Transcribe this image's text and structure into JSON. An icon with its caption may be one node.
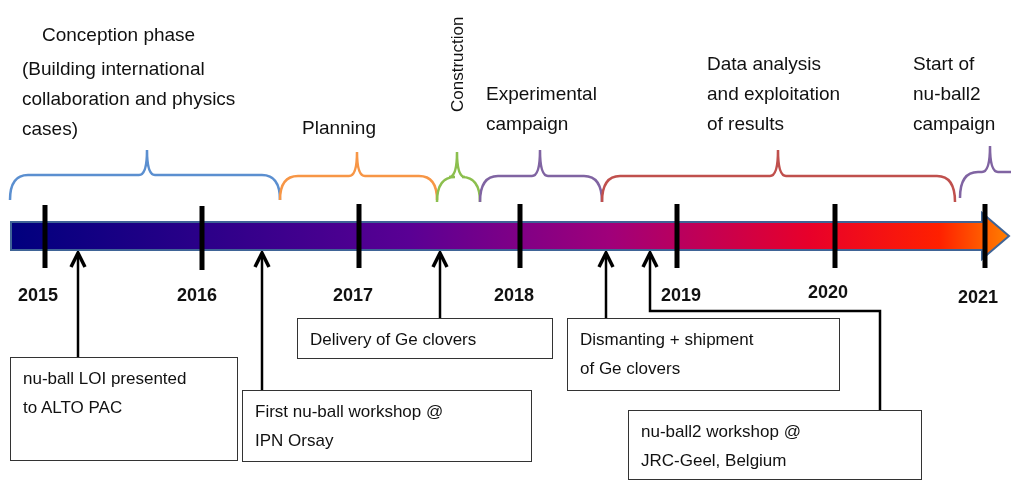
{
  "diagram": {
    "nodes": [
      {
        "text": [],
        "shape": "bar"
      },
      {
        "text": [
          "nu-ball LOI presented to ALTO PAC"
        ]
      },
      {
        "text": [
          "First nu-ball workshop @ IPN Orsay"
        ]
      },
      {
        "text": [
          "Delivery of Ge clovers"
        ]
      },
      {
        "text": [
          "Dismanting + shipment of Ge clovers"
        ]
      },
      {
        "text": [
          "nu-ball2 workshop @ JRC-Geel, Belgium"
        ]
      }
    ],
    "edges": [
      {
        "from": 1,
        "to": 0,
        "arrow": "to"
      },
      {
        "from": 2,
        "to": 0,
        "arrow": "to"
      },
      {
        "from": 3,
        "to": 0,
        "arrow": "to"
      },
      {
        "from": 4,
        "to": 0,
        "arrow": "to"
      },
      {
        "from": 5,
        "to": 0,
        "arrow": "to"
      }
    ],
    "labels": [
      "Conception phase",
      "(Building international collaboration and physics cases)",
      "Planning",
      "Construction",
      "Experimental campaign",
      "Data analysis and exploitation of results",
      "Start of nu-ball2 campaign",
      "2015",
      "2016",
      "2017",
      "2018",
      "2019",
      "2020",
      "2021"
    ]
  }
}
